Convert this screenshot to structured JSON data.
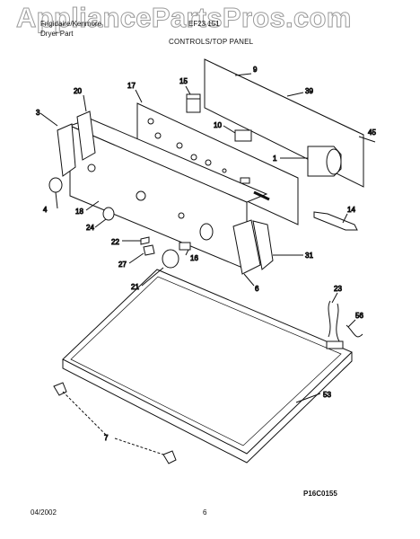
{
  "header": {
    "brand_line1": "Frigidaire/Kenmore",
    "brand_line2": "Dryer Part",
    "model_fragment": "EF23 151",
    "section_title": "CONTROLS/TOP PANEL"
  },
  "watermark": "AppliancePartsPros.com",
  "diagram": {
    "callouts": {
      "c3": "3",
      "c4": "4",
      "c6": "6",
      "c7": "7",
      "c9": "9",
      "c10": "10",
      "c14": "14",
      "c15": "15",
      "c16": "16",
      "c17": "17",
      "c18": "18",
      "c20": "20",
      "c21": "21",
      "c22": "22",
      "c23": "23",
      "c24": "24",
      "c27": "27",
      "c31": "31",
      "c39": "39",
      "c45": "45",
      "c53": "53",
      "c56": "56",
      "c1": "1"
    },
    "diagram_code": "P16C0155"
  },
  "footer": {
    "date": "04/2002",
    "page": "6"
  }
}
